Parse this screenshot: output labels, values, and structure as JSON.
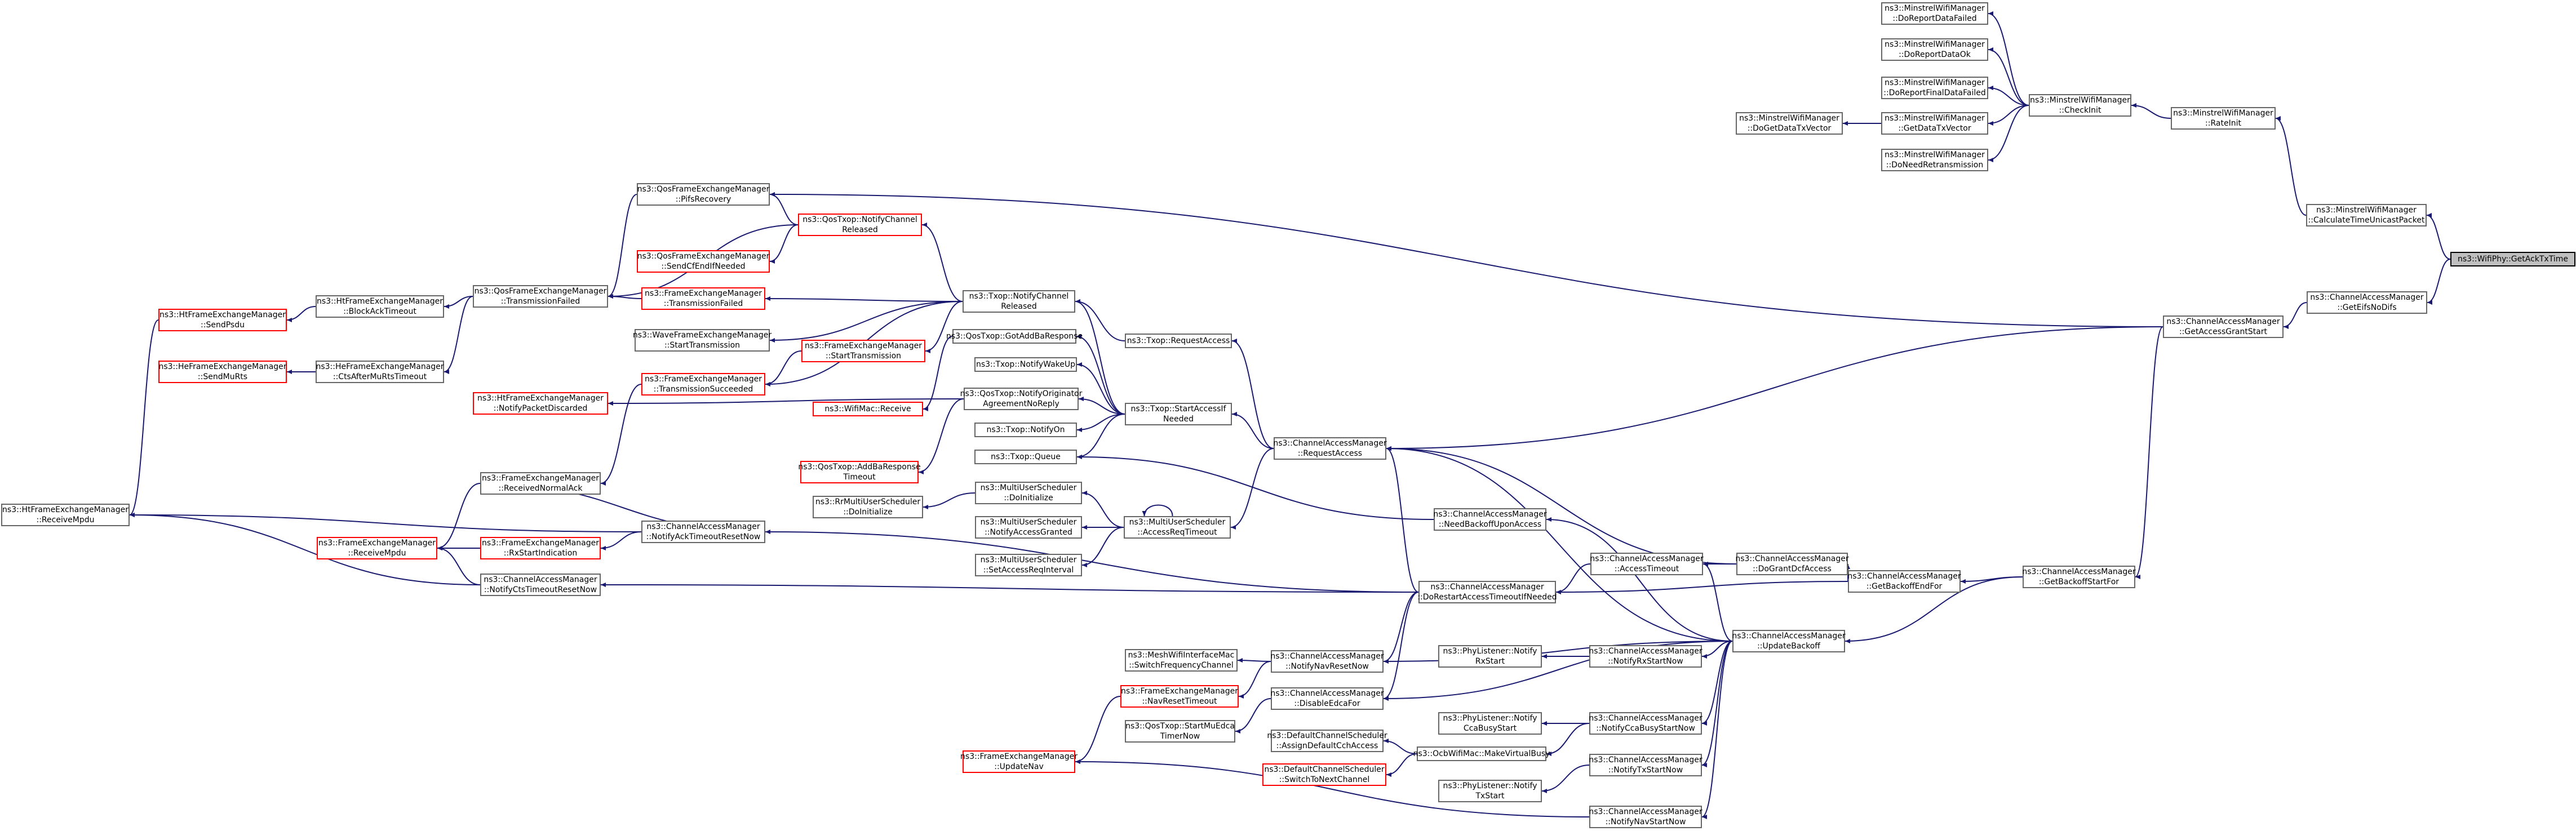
{
  "graph": {
    "edge_color": "#191970",
    "nodes": [
      {
        "id": "root",
        "lines": [
          "ns3::WifiPhy::GetAckTxTime"
        ],
        "red": false,
        "root": true
      },
      {
        "id": "calc",
        "lines": [
          "ns3::MinstrelWifiManager",
          "::CalculateTimeUnicastPacket"
        ],
        "red": false
      },
      {
        "id": "getifs",
        "lines": [
          "ns3::ChannelAccessManager",
          "::GetEifsNoDifs"
        ],
        "red": false
      },
      {
        "id": "rateinit",
        "lines": [
          "ns3::MinstrelWifiManager",
          "::RateInit"
        ],
        "red": false
      },
      {
        "id": "checkinit",
        "lines": [
          "ns3::MinstrelWifiManager",
          "::CheckInit"
        ],
        "red": false
      },
      {
        "id": "rptfail",
        "lines": [
          "ns3::MinstrelWifiManager",
          "::DoReportDataFailed"
        ],
        "red": false
      },
      {
        "id": "rptok",
        "lines": [
          "ns3::MinstrelWifiManager",
          "::DoReportDataOk"
        ],
        "red": false
      },
      {
        "id": "rptfinal",
        "lines": [
          "ns3::MinstrelWifiManager",
          "::DoReportFinalDataFailed"
        ],
        "red": false
      },
      {
        "id": "getdtx",
        "lines": [
          "ns3::MinstrelWifiManager",
          "::GetDataTxVector"
        ],
        "red": false
      },
      {
        "id": "needretx",
        "lines": [
          "ns3::MinstrelWifiManager",
          "::DoNeedRetransmission"
        ],
        "red": false
      },
      {
        "id": "dogetdtx",
        "lines": [
          "ns3::MinstrelWifiManager",
          "::DoGetDataTxVector"
        ],
        "red": false
      },
      {
        "id": "grantstart",
        "lines": [
          "ns3::ChannelAccessManager",
          "::GetAccessGrantStart"
        ],
        "red": false
      },
      {
        "id": "backoffstart",
        "lines": [
          "ns3::ChannelAccessManager",
          "::GetBackoffStartFor"
        ],
        "red": false
      },
      {
        "id": "backoffend",
        "lines": [
          "ns3::ChannelAccessManager",
          "::GetBackoffEndFor"
        ],
        "red": false
      },
      {
        "id": "updbackoff",
        "lines": [
          "ns3::ChannelAccessManager",
          "::UpdateBackoff"
        ],
        "red": false
      },
      {
        "id": "dogrant",
        "lines": [
          "ns3::ChannelAccessManager",
          "::DoGrantDcfAccess"
        ],
        "red": false
      },
      {
        "id": "acctimeout",
        "lines": [
          "ns3::ChannelAccessManager",
          "::AccessTimeout"
        ],
        "red": false
      },
      {
        "id": "restart",
        "lines": [
          "ns3::ChannelAccessManager",
          "::DoRestartAccessTimeoutIfNeeded"
        ],
        "red": false
      },
      {
        "id": "reqaccess",
        "lines": [
          "ns3::ChannelAccessManager",
          "::RequestAccess"
        ],
        "red": false
      },
      {
        "id": "needbackoff",
        "lines": [
          "ns3::ChannelAccessManager",
          "::NeedBackoffUponAccess"
        ],
        "red": false
      },
      {
        "id": "navreset",
        "lines": [
          "ns3::ChannelAccessManager",
          "::NotifyNavResetNow"
        ],
        "red": false
      },
      {
        "id": "disableedca",
        "lines": [
          "ns3::ChannelAccessManager",
          "::DisableEdcaFor"
        ],
        "red": false
      },
      {
        "id": "rxstartnow",
        "lines": [
          "ns3::ChannelAccessManager",
          "::NotifyRxStartNow"
        ],
        "red": false
      },
      {
        "id": "ccabusy",
        "lines": [
          "ns3::ChannelAccessManager",
          "::NotifyCcaBusyStartNow"
        ],
        "red": false
      },
      {
        "id": "txstartnow",
        "lines": [
          "ns3::ChannelAccessManager",
          "::NotifyTxStartNow"
        ],
        "red": false
      },
      {
        "id": "navstartnow",
        "lines": [
          "ns3::ChannelAccessManager",
          "::NotifyNavStartNow"
        ],
        "red": false
      },
      {
        "id": "phyrx",
        "lines": [
          "ns3::PhyListener::Notify",
          "RxStart"
        ],
        "red": false
      },
      {
        "id": "phycca",
        "lines": [
          "ns3::PhyListener::Notify",
          "CcaBusyStart"
        ],
        "red": false
      },
      {
        "id": "ocbvirt",
        "lines": [
          "ns3::OcbWifiMac::MakeVirtualBusy"
        ],
        "red": false
      },
      {
        "id": "phytx",
        "lines": [
          "ns3::PhyListener::Notify",
          "TxStart"
        ],
        "red": false
      },
      {
        "id": "assigndef",
        "lines": [
          "ns3::DefaultChannelScheduler",
          "::AssignDefaultCchAccess"
        ],
        "red": false
      },
      {
        "id": "switchnext",
        "lines": [
          "ns3::DefaultChannelScheduler",
          "::SwitchToNextChannel"
        ],
        "red": true
      },
      {
        "id": "meshswitch",
        "lines": [
          "ns3::MeshWifiInterfaceMac",
          "::SwitchFrequencyChannel"
        ],
        "red": false
      },
      {
        "id": "fem_navreset",
        "lines": [
          "ns3::FrameExchangeManager",
          "::NavResetTimeout"
        ],
        "red": true
      },
      {
        "id": "qosstartmu",
        "lines": [
          "ns3::QosTxop::StartMuEdca",
          "TimerNow"
        ],
        "red": false
      },
      {
        "id": "fem_updnav",
        "lines": [
          "ns3::FrameExchangeManager",
          "::UpdateNav"
        ],
        "red": true
      },
      {
        "id": "muaccessreq",
        "lines": [
          "ns3::MultiUserScheduler",
          "::AccessReqTimeout"
        ],
        "red": false
      },
      {
        "id": "muinit",
        "lines": [
          "ns3::MultiUserScheduler",
          "::DoInitialize"
        ],
        "red": false
      },
      {
        "id": "mugranted",
        "lines": [
          "ns3::MultiUserScheduler",
          "::NotifyAccessGranted"
        ],
        "red": false
      },
      {
        "id": "musetint",
        "lines": [
          "ns3::MultiUserScheduler",
          "::SetAccessReqInterval"
        ],
        "red": false
      },
      {
        "id": "rrinit",
        "lines": [
          "ns3::RrMultiUserScheduler",
          "::DoInitialize"
        ],
        "red": false
      },
      {
        "id": "startaccess",
        "lines": [
          "ns3::Txop::StartAccessIf",
          "Needed"
        ],
        "red": false
      },
      {
        "id": "txopreq",
        "lines": [
          "ns3::Txop::RequestAccess"
        ],
        "red": false
      },
      {
        "id": "txopwakeup",
        "lines": [
          "ns3::Txop::NotifyWakeUp"
        ],
        "red": false
      },
      {
        "id": "txopon",
        "lines": [
          "ns3::Txop::NotifyOn"
        ],
        "red": false
      },
      {
        "id": "txopqueue",
        "lines": [
          "ns3::Txop::Queue"
        ],
        "red": false
      },
      {
        "id": "qosaddba",
        "lines": [
          "ns3::QosTxop::GotAddBaResponse"
        ],
        "red": false
      },
      {
        "id": "qosnotifyorig",
        "lines": [
          "ns3::QosTxop::NotifyOriginator",
          "AgreementNoReply"
        ],
        "red": false
      },
      {
        "id": "qosaddbato",
        "lines": [
          "ns3::QosTxop::AddBaResponse",
          "Timeout"
        ],
        "red": true
      },
      {
        "id": "txopchrel",
        "lines": [
          "ns3::Txop::NotifyChannel",
          "Released"
        ],
        "red": false
      },
      {
        "id": "qoschrel",
        "lines": [
          "ns3::QosTxop::NotifyChannel",
          "Released"
        ],
        "red": true
      },
      {
        "id": "wifimacrx",
        "lines": [
          "ns3::WifiMac::Receive"
        ],
        "red": true
      },
      {
        "id": "qfem_pifs",
        "lines": [
          "ns3::QosFrameExchangeManager",
          "::PifsRecovery"
        ],
        "red": false
      },
      {
        "id": "qfem_cfend",
        "lines": [
          "ns3::QosFrameExchangeManager",
          "::SendCfEndIfNeeded"
        ],
        "red": true
      },
      {
        "id": "fem_txfailed",
        "lines": [
          "ns3::FrameExchangeManager",
          "::TransmissionFailed"
        ],
        "red": true
      },
      {
        "id": "wave_start",
        "lines": [
          "ns3::WaveFrameExchangeManager",
          "::StartTransmission"
        ],
        "red": false
      },
      {
        "id": "fem_starttx",
        "lines": [
          "ns3::FrameExchangeManager",
          "::StartTransmission"
        ],
        "red": true
      },
      {
        "id": "fem_txsucc",
        "lines": [
          "ns3::FrameExchangeManager",
          "::TransmissionSucceeded"
        ],
        "red": true
      },
      {
        "id": "qfem_txfailed",
        "lines": [
          "ns3::QosFrameExchangeManager",
          "::TransmissionFailed"
        ],
        "red": false
      },
      {
        "id": "htfem_blockack",
        "lines": [
          "ns3::HtFrameExchangeManager",
          "::BlockAckTimeout"
        ],
        "red": false
      },
      {
        "id": "htfem_sendpsdu",
        "lines": [
          "ns3::HtFrameExchangeManager",
          "::SendPsdu"
        ],
        "red": true
      },
      {
        "id": "hefem_cts",
        "lines": [
          "ns3::HeFrameExchangeManager",
          "::CtsAfterMuRtsTimeout"
        ],
        "red": false
      },
      {
        "id": "hefem_sendmurts",
        "lines": [
          "ns3::HeFrameExchangeManager",
          "::SendMuRts"
        ],
        "red": true
      },
      {
        "id": "htfem_pktdisc",
        "lines": [
          "ns3::HtFrameExchangeManager",
          "::NotifyPacketDiscarded"
        ],
        "red": true
      },
      {
        "id": "fem_recvnack",
        "lines": [
          "ns3::FrameExchangeManager",
          "::ReceivedNormalAck"
        ],
        "red": false
      },
      {
        "id": "cam_acktimeout",
        "lines": [
          "ns3::ChannelAccessManager",
          "::NotifyAckTimeoutResetNow"
        ],
        "red": false
      },
      {
        "id": "fem_rxstartind",
        "lines": [
          "ns3::FrameExchangeManager",
          "::RxStartIndication"
        ],
        "red": true
      },
      {
        "id": "fem_recvmpdu",
        "lines": [
          "ns3::FrameExchangeManager",
          "::ReceiveMpdu"
        ],
        "red": true
      },
      {
        "id": "cam_ctstimeout",
        "lines": [
          "ns3::ChannelAccessManager",
          "::NotifyCtsTimeoutResetNow"
        ],
        "red": false
      },
      {
        "id": "htfem_recvmpdu",
        "lines": [
          "ns3::HtFrameExchangeManager",
          "::ReceiveMpdu"
        ],
        "red": false
      }
    ]
  }
}
